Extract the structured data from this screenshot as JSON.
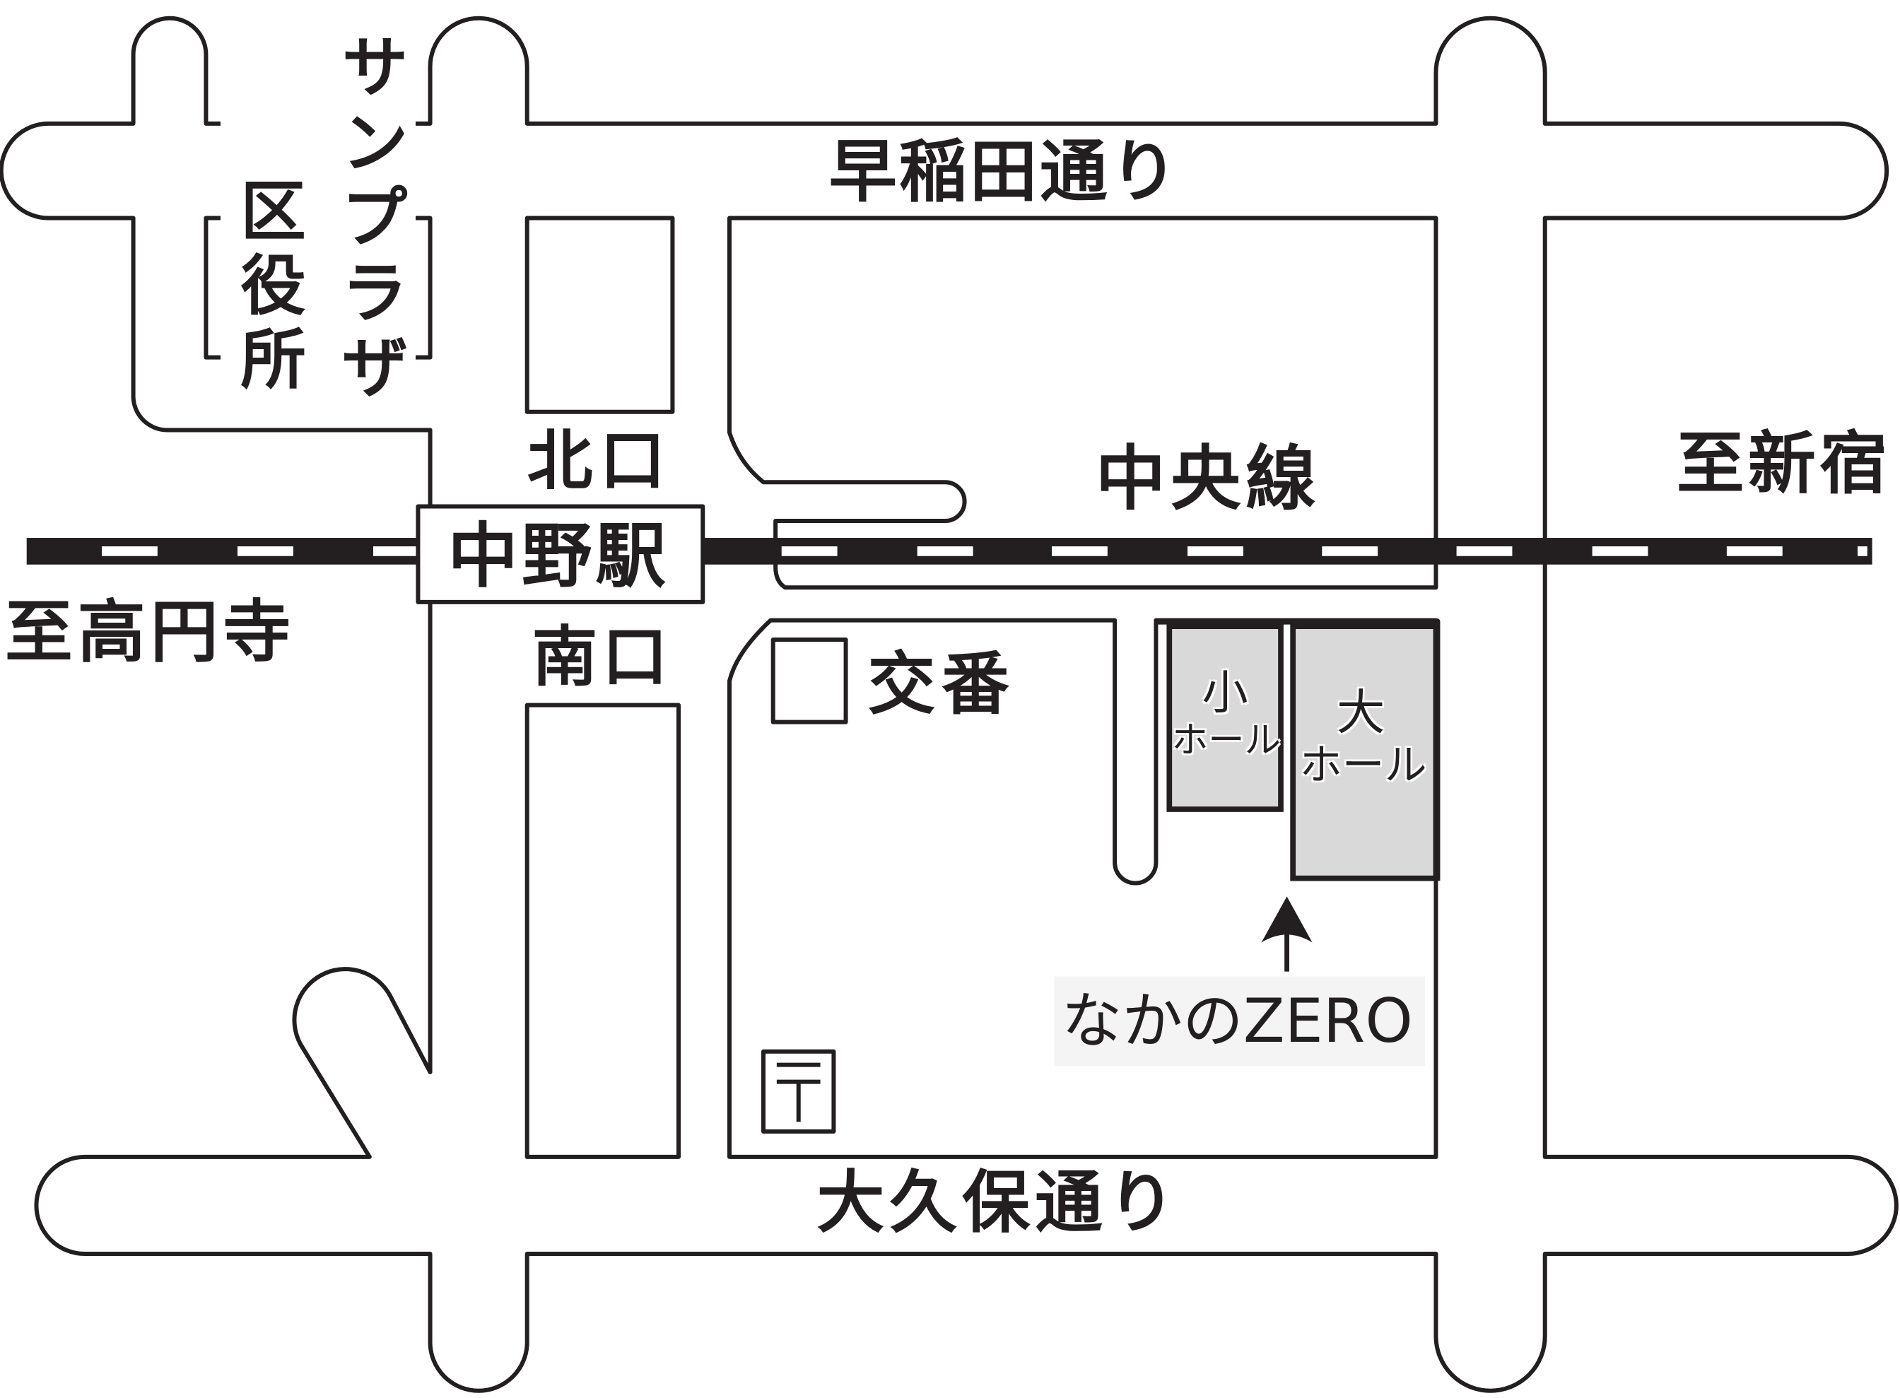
{
  "map": {
    "roads": {
      "north_road": "早稲田通り",
      "south_road": "大久保通り"
    },
    "railway": {
      "line_name": "中央線",
      "station": "中野駅",
      "north_exit": "北口",
      "south_exit": "南口",
      "to_east": "至新宿",
      "to_west": "至高円寺"
    },
    "landmarks": {
      "sunplaza": "サンプラザ",
      "ward_office": "区役所",
      "koban": "交番",
      "post_office_icon": "post-office-icon",
      "venue": "なかのZERO",
      "venue_arrow_icon": "arrow-up-icon",
      "small_hall": {
        "char": "小",
        "word": "ホール"
      },
      "large_hall": {
        "char": "大",
        "word": "ホール"
      }
    }
  },
  "colors": {
    "line": "#231f20",
    "background": "#ffffff",
    "hall_fill": "#d9d9d9",
    "venue_label_bg": "#f4f4f4"
  }
}
